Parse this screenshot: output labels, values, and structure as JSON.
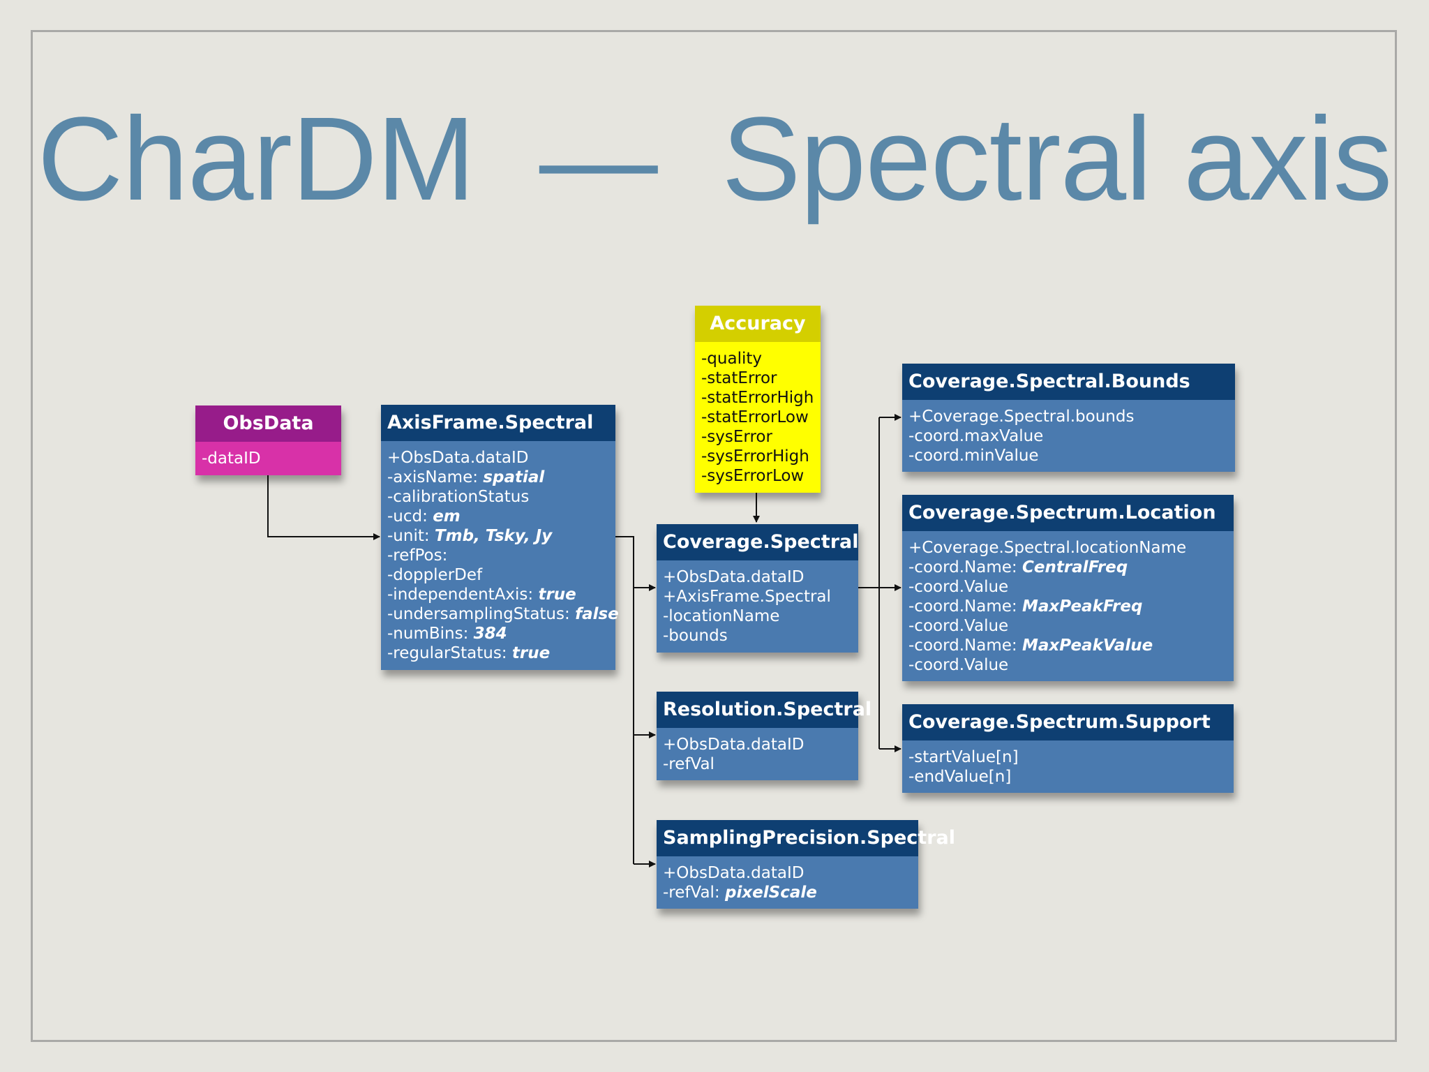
{
  "slide": {
    "title": "CharDM  —  Spectral axis"
  },
  "colors": {
    "background": "#e6e5df",
    "title": "#5b88a8",
    "class_header": "#0e3f72",
    "class_body": "#4a7aaf",
    "obsdata_header": "#971c8a",
    "obsdata_body": "#d831a8",
    "accuracy_header": "#d4cf00",
    "accuracy_body": "#ffff00"
  },
  "classes": {
    "obsdata": {
      "title": "ObsData",
      "lines": [
        {
          "a": "-dataID",
          "v": ""
        }
      ]
    },
    "axisframe": {
      "title": "AxisFrame.Spectral",
      "lines": [
        {
          "a": "+ObsData.dataID",
          "v": ""
        },
        {
          "a": "-axisName: ",
          "v": "spatial"
        },
        {
          "a": "-calibrationStatus",
          "v": ""
        },
        {
          "a": "-ucd: ",
          "v": "em"
        },
        {
          "a": "-unit: ",
          "v": "Tmb, Tsky, Jy"
        },
        {
          "a": "-refPos:",
          "v": ""
        },
        {
          "a": "-dopplerDef",
          "v": ""
        },
        {
          "a": "-independentAxis: ",
          "v": "true"
        },
        {
          "a": "-undersamplingStatus: ",
          "v": "false"
        },
        {
          "a": "-numBins: ",
          "v": "384"
        },
        {
          "a": "-regularStatus: ",
          "v": "true"
        }
      ]
    },
    "accuracy": {
      "title": "Accuracy",
      "lines": [
        {
          "a": "-quality",
          "v": ""
        },
        {
          "a": "-statError",
          "v": ""
        },
        {
          "a": "-statErrorHigh",
          "v": ""
        },
        {
          "a": "-statErrorLow",
          "v": ""
        },
        {
          "a": "-sysError",
          "v": ""
        },
        {
          "a": "-sysErrorHigh",
          "v": ""
        },
        {
          "a": "-sysErrorLow",
          "v": ""
        }
      ]
    },
    "coverage": {
      "title": "Coverage.Spectral",
      "lines": [
        {
          "a": "+ObsData.dataID",
          "v": ""
        },
        {
          "a": "+AxisFrame.Spectral",
          "v": ""
        },
        {
          "a": "-locationName",
          "v": ""
        },
        {
          "a": "-bounds",
          "v": ""
        }
      ]
    },
    "resolution": {
      "title": "Resolution.Spectral",
      "lines": [
        {
          "a": "+ObsData.dataID",
          "v": ""
        },
        {
          "a": "-refVal",
          "v": ""
        }
      ]
    },
    "sampling": {
      "title": "SamplingPrecision.Spectral",
      "lines": [
        {
          "a": "+ObsData.dataID",
          "v": ""
        },
        {
          "a": "-refVal: ",
          "v": "pixelScale"
        }
      ]
    },
    "bounds": {
      "title": "Coverage.Spectral.Bounds",
      "lines": [
        {
          "a": "+Coverage.Spectral.bounds",
          "v": ""
        },
        {
          "a": "-coord.maxValue",
          "v": ""
        },
        {
          "a": "-coord.minValue",
          "v": ""
        }
      ]
    },
    "location": {
      "title": "Coverage.Spectrum.Location",
      "lines": [
        {
          "a": "+Coverage.Spectral.locationName",
          "v": ""
        },
        {
          "a": "-coord.Name: ",
          "v": "CentralFreq"
        },
        {
          "a": "-coord.Value",
          "v": ""
        },
        {
          "a": "-coord.Name: ",
          "v": "MaxPeakFreq"
        },
        {
          "a": "-coord.Value",
          "v": ""
        },
        {
          "a": "-coord.Name: ",
          "v": "MaxPeakValue"
        },
        {
          "a": "-coord.Value",
          "v": ""
        }
      ]
    },
    "support": {
      "title": "Coverage.Spectrum.Support",
      "lines": [
        {
          "a": "-startValue[n]",
          "v": ""
        },
        {
          "a": "-endValue[n]",
          "v": ""
        }
      ]
    }
  }
}
